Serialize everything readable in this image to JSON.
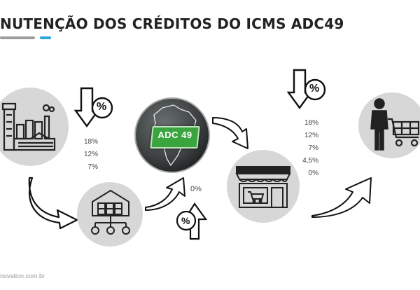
{
  "title": "NUTENÇÃO DOS CRÉDITOS DO ICMS ADC49",
  "center_badge": {
    "label": "ADC 49"
  },
  "rates_left": [
    "18%",
    "12%",
    "7%"
  ],
  "rate_middle": "0%",
  "rates_right": [
    "18%",
    "12%",
    "7%",
    "4,5%",
    "0%"
  ],
  "percent_symbol": "%",
  "footer": "novation.com.br",
  "icons": {
    "factory": "factory-icon",
    "warehouse": "warehouse-distribution-icon",
    "brazil": "brazil-map-icon",
    "store": "store-icon",
    "consumer": "shopping-cart-person-icon",
    "tax_down": "tax-down-arrow-icon",
    "tax_up": "tax-up-arrow-icon"
  },
  "colors": {
    "accent_blue": "#29a8e0",
    "badge_green": "#3aa53f",
    "circle_gray": "#d7d7d7"
  }
}
